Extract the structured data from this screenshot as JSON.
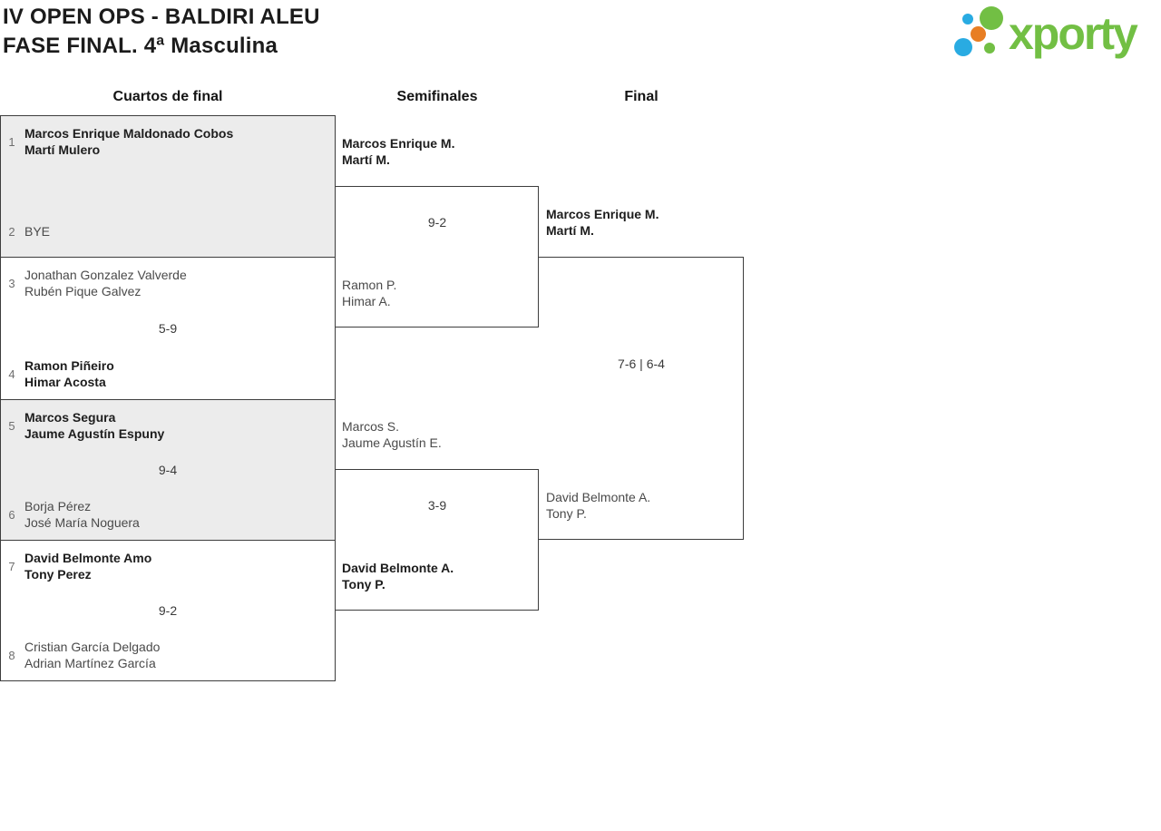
{
  "page": {
    "title_line1": "IV OPEN OPS - BALDIRI ALEU",
    "title_line2": "FASE FINAL. 4ª Masculina"
  },
  "logo": {
    "text": "xporty",
    "green": "#72BF44",
    "blue": "#29ABE2",
    "orange": "#E87E23"
  },
  "round_headers": {
    "quarterfinals": "Cuartos de final",
    "semifinals": "Semifinales",
    "final": "Final"
  },
  "bracket": {
    "quarterfinals": [
      {
        "seed_top": "1",
        "top": {
          "line1": "Marcos Enrique Maldonado Cobos",
          "line2": "Martí Mulero"
        },
        "score": "",
        "seed_bottom": "2",
        "bottom": {
          "line1": "BYE",
          "line2": ""
        }
      },
      {
        "seed_top": "3",
        "top": {
          "line1": "Jonathan Gonzalez Valverde",
          "line2": "Rubén Pique Galvez"
        },
        "score": "5-9",
        "seed_bottom": "4",
        "bottom": {
          "line1": "Ramon Piñeiro",
          "line2": "Himar Acosta"
        }
      },
      {
        "seed_top": "5",
        "top": {
          "line1": "Marcos Segura",
          "line2": "Jaume Agustín Espuny"
        },
        "score": "9-4",
        "seed_bottom": "6",
        "bottom": {
          "line1": "Borja Pérez",
          "line2": "José María Noguera"
        }
      },
      {
        "seed_top": "7",
        "top": {
          "line1": "David Belmonte Amo",
          "line2": "Tony Perez"
        },
        "score": "9-2",
        "seed_bottom": "8",
        "bottom": {
          "line1": "Cristian García Delgado",
          "line2": "Adrian Martínez García"
        }
      }
    ],
    "semifinals": [
      {
        "top": {
          "line1": "Marcos Enrique M.",
          "line2": "Martí M."
        },
        "score": "9-2",
        "bottom": {
          "line1": "Ramon P.",
          "line2": "Himar A."
        }
      },
      {
        "top": {
          "line1": "Marcos S.",
          "line2": "Jaume Agustín E."
        },
        "score": "3-9",
        "bottom": {
          "line1": "David Belmonte A.",
          "line2": "Tony P."
        }
      }
    ],
    "final": {
      "top": {
        "line1": "Marcos Enrique M.",
        "line2": "Martí M."
      },
      "score": "7-6 | 6-4",
      "bottom": {
        "line1": "David Belmonte A.",
        "line2": "Tony P."
      }
    }
  }
}
